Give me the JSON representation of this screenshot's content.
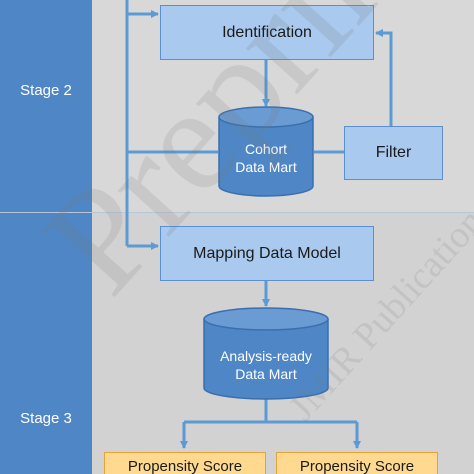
{
  "stages": [
    {
      "label": "Stage 2"
    },
    {
      "label": "Stage 3"
    }
  ],
  "process": {
    "identification": "Identification",
    "filter": "Filter",
    "cohort_line1": "Cohort",
    "cohort_line2": "Data Mart",
    "mapping": "Mapping Data Model",
    "analysis_line1": "Analysis-ready",
    "analysis_line2": "Data Mart",
    "propensity_left": "Propensity Score",
    "propensity_right": "Propensity Score"
  },
  "watermark": {
    "big": "Preprint",
    "small": "JMIR Publications"
  },
  "colors": {
    "stage_column": "#4f87c6",
    "box_fill": "#a9c9ee",
    "box_border": "#5b8fd1",
    "cylinder_fill": "#4f87c6",
    "arrow": "#5b9bd5",
    "orange_fill": "#ffd98f",
    "background": "#d9d9d9"
  }
}
